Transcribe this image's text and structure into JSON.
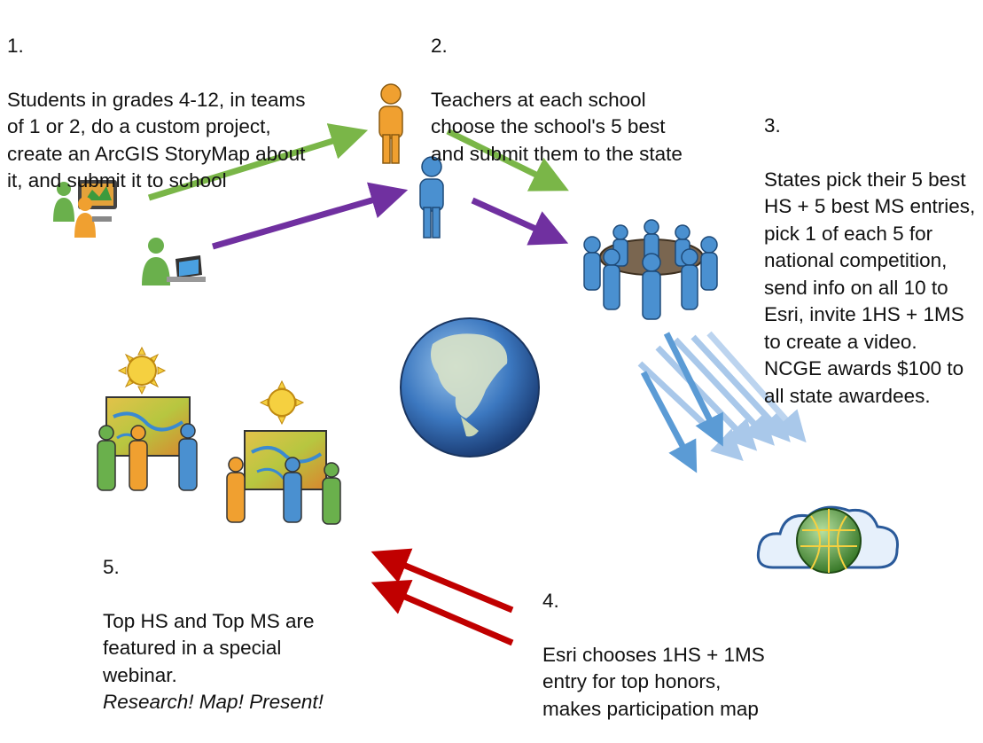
{
  "steps": {
    "s1": {
      "num": "1.",
      "text": "Students in grades 4-12, in teams\nof 1 or 2, do a custom project,\ncreate an ArcGIS StoryMap about\nit, and submit it to school"
    },
    "s2": {
      "num": "2.",
      "text": "Teachers at each school\nchoose the school's 5 best\nand submit them to the state"
    },
    "s3": {
      "num": "3.",
      "text": "States pick their 5 best\nHS + 5 best MS entries,\npick 1 of each 5 for\nnational competition,\nsend info on all 10 to\nEsri, invite 1HS + 1MS\nto create a video.\nNCGE awards $100 to\nall state awardees."
    },
    "s4": {
      "num": "4.",
      "text": "Esri chooses 1HS + 1MS\nentry for top honors,\nmakes participation map"
    },
    "s5": {
      "num": "5.",
      "text": "Top HS and Top MS are\nfeatured in a special\nwebinar.",
      "slogan": "Research! Map! Present!"
    }
  },
  "colors": {
    "green_arrow": "#7ab648",
    "purple_arrow": "#7030a0",
    "blue_arrow": "#5b9bd5",
    "red_arrow": "#c00000",
    "orange_person": "#f0a030",
    "blue_person": "#4a90d0",
    "green_person": "#6ab04c"
  },
  "icons": [
    "students-at-computer-icon",
    "student-laptop-icon",
    "teacher-orange-icon",
    "teacher-blue-icon",
    "state-committee-icon",
    "globe-icon",
    "cloud-globe-icon",
    "map-presenters-left-icon",
    "map-presenters-right-icon"
  ]
}
